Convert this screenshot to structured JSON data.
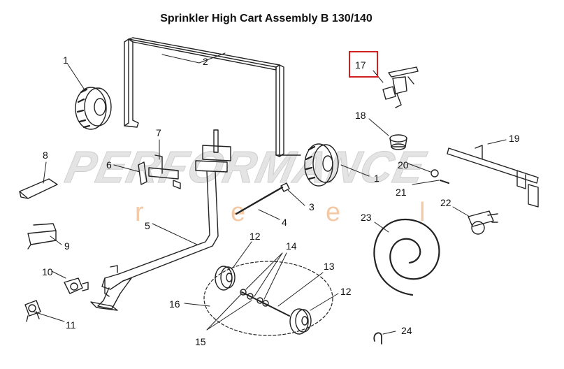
{
  "title": "Sprinkler High Cart Assembly B 130/140",
  "watermark": {
    "brand": "PERFORMANCE",
    "letters": [
      "r",
      "e",
      "e",
      "l"
    ]
  },
  "highlight_color": "#d02020",
  "callouts": {
    "c1a": "1",
    "c1b": "1",
    "c2": "2",
    "c3": "3",
    "c4": "4",
    "c5": "5",
    "c6": "6",
    "c7": "7",
    "c8": "8",
    "c9": "9",
    "c10": "10",
    "c11": "11",
    "c12a": "12",
    "c12b": "12",
    "c13": "13",
    "c14": "14",
    "c15": "15",
    "c16": "16",
    "c17": "17",
    "c18": "18",
    "c19": "19",
    "c20": "20",
    "c21": "21",
    "c22": "22",
    "c23": "23",
    "c24": "24"
  }
}
